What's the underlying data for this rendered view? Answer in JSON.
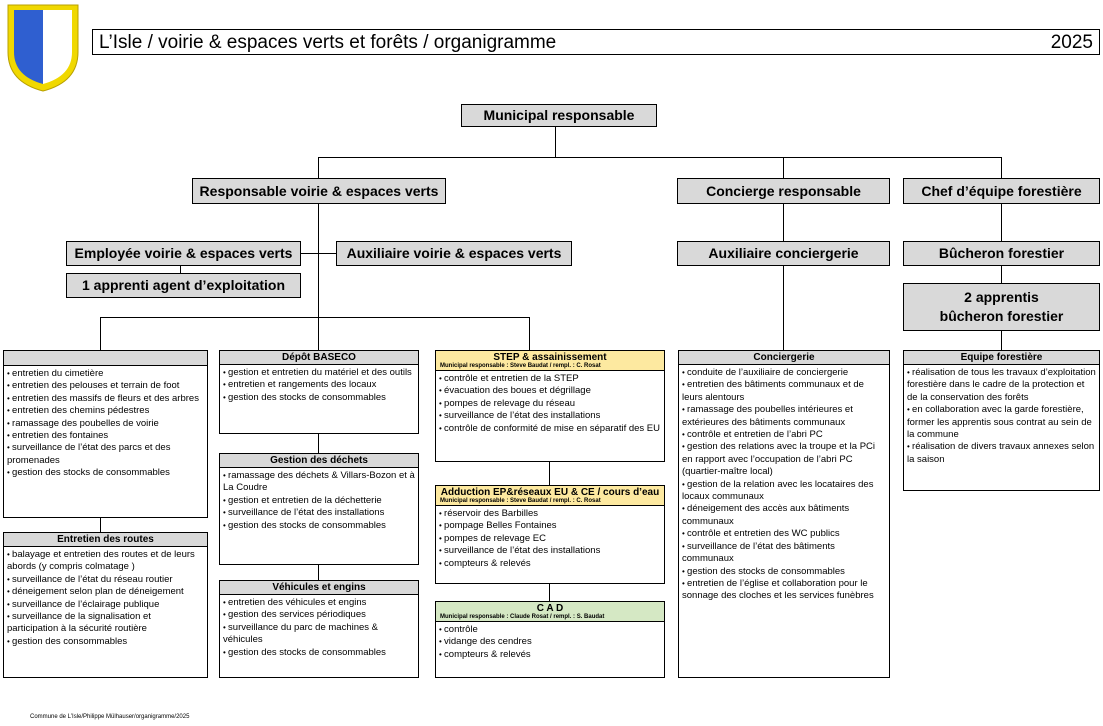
{
  "header": {
    "title": "L’Isle / voirie & espaces verts et forêts / organigramme",
    "year": "2025"
  },
  "colors": {
    "shield_blue": "#2f5fd0",
    "shield_yellow": "#f0d800",
    "node_gray": "#d9d9d9",
    "yellow_header": "#fde9a0",
    "green_header": "#d5e8c4"
  },
  "nodes": {
    "municipal": "Municipal responsable",
    "resp_voirie": "Responsable voirie & espaces verts",
    "concierge": "Concierge responsable",
    "chef_foret": "Chef d’équipe forestière",
    "employee": "Employée voirie & espaces verts",
    "auxiliaire_voirie": "Auxiliaire voirie & espaces verts",
    "auxiliaire_concierge": "Auxiliaire conciergerie",
    "bucheron": "Bûcheron forestier",
    "apprenti": "1 apprenti agent d’exploitation",
    "apprentis_bucheron_l1": "2 apprentis",
    "apprentis_bucheron_l2": "bûcheron forestier"
  },
  "boxes": {
    "espaces": {
      "items": [
        "entretien du cimetière",
        "entretien des pelouses et terrain de foot",
        "entretien des massifs de fleurs et des arbres",
        "entretien des chemins pédestres",
        "ramassage des poubelles de voirie",
        "entretien des fontaines",
        "surveillance de l’état des parcs et des promenades",
        "gestion des stocks de consommables"
      ]
    },
    "routes": {
      "title": "Entretien des routes",
      "items": [
        "balayage et entretien des routes et de leurs abords (y compris colmatage )",
        "surveillance de l’état du réseau routier",
        "déneigement selon plan de déneigement",
        "surveillance de l’éclairage publique",
        "surveillance de la signalisation et participation à la sécurité routière",
        "gestion des consommables"
      ]
    },
    "depot": {
      "title": "Dépôt BASECO",
      "items": [
        "gestion et entretien du matériel et des outils",
        "entretien et rangements des locaux",
        "gestion des stocks de consommables"
      ]
    },
    "dechets": {
      "title": "Gestion des déchets",
      "items": [
        "ramassage des déchets & Villars-Bozon et à La Coudre",
        "gestion et entretien de la déchetterie",
        "surveillance de l’état des installations",
        "gestion des stocks de consommables"
      ]
    },
    "vehicules": {
      "title": "Véhicules et engins",
      "items": [
        "entretien des véhicules et engins",
        "gestion des services périodiques",
        "surveillance du parc de machines & véhicules",
        "gestion des stocks de consommables"
      ]
    },
    "step": {
      "title": "STEP & assainissement",
      "sub": "Municipal responsable : Steve Baudat / rempl. : C. Rosat",
      "items": [
        "contrôle et entretien de la STEP",
        "évacuation des boues et dégrillage",
        "pompes de relevage du réseau",
        "surveillance de l’état des installations",
        "contrôle de conformité de mise en séparatif des EU"
      ]
    },
    "adduction": {
      "title": "Adduction EP&réseaux EU & CE / cours d’eau",
      "sub": "Municipal responsable : Steve Baudat / rempl. : C. Rosat",
      "items": [
        "réservoir des Barbilles",
        "pompage Belles Fontaines",
        "pompes de relevage EC",
        "surveillance de l’état des installations",
        "compteurs & relevés"
      ]
    },
    "cad": {
      "title": "C A D",
      "sub": "Municipal responsable : Claude Rosat / rempl. : S. Baudat",
      "items": [
        "contrôle",
        "vidange des cendres",
        "compteurs & relevés"
      ]
    },
    "conciergerie": {
      "title": "Conciergerie",
      "items": [
        "conduite de l’auxiliaire de conciergerie",
        "entretien des bâtiments communaux et de leurs alentours",
        "ramassage des poubelles intérieures et extérieures des bâtiments communaux",
        "contrôle et entretien de l’abri PC",
        "gestion des relations avec la troupe et la PCi en rapport avec l’occupation de l’abri PC (quartier-maître local)",
        "gestion de la relation avec les locataires des locaux communaux",
        "déneigement des accès aux bâtiments communaux",
        "contrôle et entretien des WC publics",
        "surveillance de l’état des bâtiments communaux",
        "gestion des stocks de consommables",
        "entretien de l’église et collaboration pour le sonnage des cloches et les services funèbres"
      ]
    },
    "equipe": {
      "title": "Equipe forestière",
      "items": [
        "réalisation de tous les travaux d’exploitation forestière dans le cadre de la protection et de la conservation des forêts",
        "en collaboration avec la garde forestière, former les apprentis sous contrat au sein de la commune",
        "réalisation de divers travaux annexes selon la saison"
      ]
    }
  },
  "footer": "Commune de L’Isle/Philippe Mülhauser/organigramme/2025"
}
